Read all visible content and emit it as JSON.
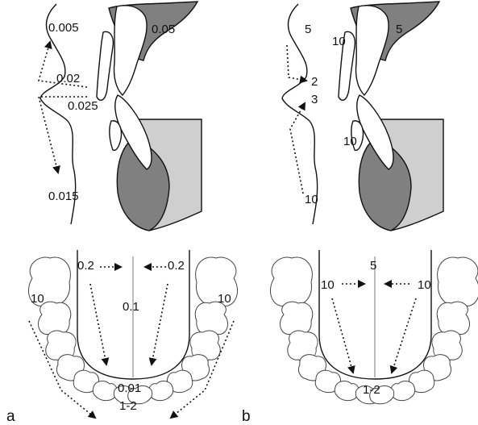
{
  "panels": {
    "a": {
      "letter": "a",
      "labels": {
        "top_right": "0.05",
        "upper_left": "0.005",
        "lip_upper": "0.02",
        "lip_lower": "0.025",
        "lower": "0.015",
        "arch_left": "0.2",
        "arch_right": "0.2",
        "arch_mid": "0.1",
        "arch_side_left": "10",
        "arch_side_right": "10",
        "arch_center": "0.01",
        "arch_bottom": "1-2"
      }
    },
    "b": {
      "letter": "b",
      "labels": {
        "upper_left": "5",
        "top_right": "5",
        "upper_mid": "10",
        "lip_upper": "2",
        "lip_lower": "3",
        "mid_right": "10",
        "lower": "10",
        "arch_top": "5",
        "arch_left": "10",
        "arch_right": "10",
        "arch_bottom": "1-2"
      }
    }
  }
}
